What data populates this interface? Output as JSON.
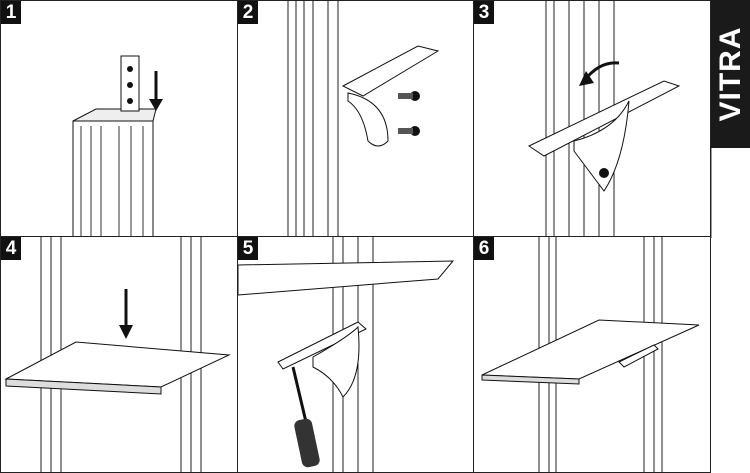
{
  "logo": "VITRA",
  "steps": [
    {
      "number": "1"
    },
    {
      "number": "2"
    },
    {
      "number": "3"
    },
    {
      "number": "4"
    },
    {
      "number": "5"
    },
    {
      "number": "6"
    }
  ]
}
